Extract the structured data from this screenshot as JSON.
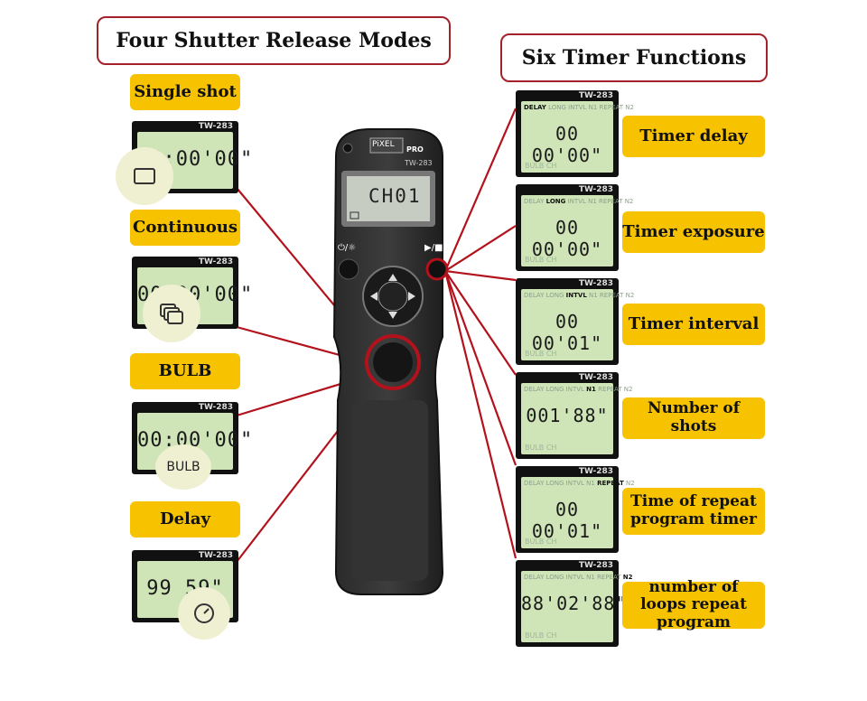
{
  "headings": {
    "left": "Four Shutter Release Modes",
    "right": "Six Timer Functions"
  },
  "remote": {
    "brand": "PiXEL",
    "brand_sub": "PRO",
    "model": "TW-283",
    "display": "CH01",
    "left_button": "⏻/☼",
    "right_button": "▶/■"
  },
  "modes": [
    {
      "label": "Single shot",
      "model": "TW-283",
      "digits": "00:00'00\"",
      "bubble": "single-frame-icon"
    },
    {
      "label": "Continuous",
      "model": "TW-283",
      "digits": "00:00'00\"",
      "bubble": "continuous-frames-icon"
    },
    {
      "label": "BULB",
      "model": "TW-283",
      "digits": "00:00'00\"",
      "bubble_text": "BULB"
    },
    {
      "label": "Delay",
      "model": "TW-283",
      "digits": "99   59\"",
      "bubble": "timer-icon"
    }
  ],
  "functions": [
    {
      "label": "Timer delay",
      "model": "TW-283",
      "top": "DELAY LONG INTVL N1 REPEAT N2",
      "active": "DELAY",
      "digits": "00 00'00\"",
      "bottom": "BULB  CH"
    },
    {
      "label": "Timer exposure",
      "model": "TW-283",
      "top": "DELAY LONG INTVL N1 REPEAT N2",
      "active": "LONG",
      "digits": "00 00'00\"",
      "bottom": "BULB  CH"
    },
    {
      "label": "Timer interval",
      "model": "TW-283",
      "top": "DELAY LONG INTVL N1 REPEAT N2",
      "active": "INTVL",
      "digits": "00 00'01\"",
      "bottom": "BULB  CH"
    },
    {
      "label": "Number of shots",
      "model": "TW-283",
      "top": "DELAY LONG INTVL N1 REPEAT N2",
      "active": "N1",
      "digits": "001'88\"",
      "bottom": "BULB  CH"
    },
    {
      "label": "Time of repeat program timer",
      "model": "TW-283",
      "top": "DELAY LONG INTVL N1 REPEAT N2",
      "active": "REPEAT",
      "digits": "00 00'01\"",
      "bottom": "BULB  CH"
    },
    {
      "label": "number of loops repeat program",
      "model": "TW-283",
      "top": "DELAY LONG INTVL N1 REPEAT N2",
      "active": "N2",
      "digits": "88'02'88\"",
      "bottom": "BULB  CH"
    }
  ],
  "colors": {
    "tag": "#f7c200",
    "line": "#b3121c",
    "lcd": "#cfe5b8"
  }
}
